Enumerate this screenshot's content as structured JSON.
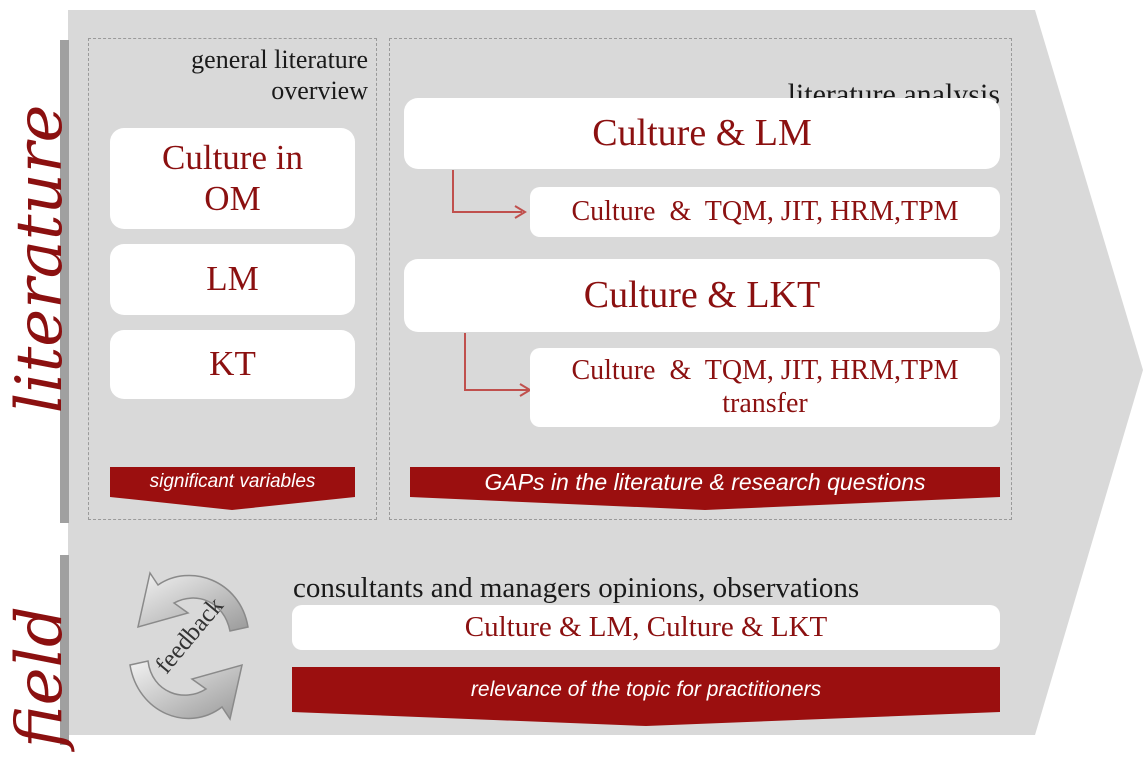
{
  "colors": {
    "accent": "#8b1010",
    "panel": "#d9d9d9",
    "bar": "#a0a0a0"
  },
  "side_labels": {
    "literature": "literature",
    "field": "field"
  },
  "overview": {
    "header": "general literature overview",
    "items": [
      "Culture in OM",
      "LM",
      "KT"
    ],
    "result": "significant variables"
  },
  "analysis": {
    "header": "literature analysis",
    "culture_lm": "Culture & LM",
    "sub1": "Culture  &  TQM, JIT, HRM,TPM",
    "culture_lkt": "Culture & LKT",
    "sub2_line1": "Culture  &  TQM, JIT, HRM,TPM",
    "sub2_line2": "transfer",
    "result": "GAPs in the literature & research questions"
  },
  "field": {
    "header": "consultants and managers opinions, observations",
    "box": "Culture & LM, Culture & LKT",
    "result": "relevance of the topic for practitioners",
    "feedback": "feedback",
    "icon": "cycle-arrows-icon"
  }
}
